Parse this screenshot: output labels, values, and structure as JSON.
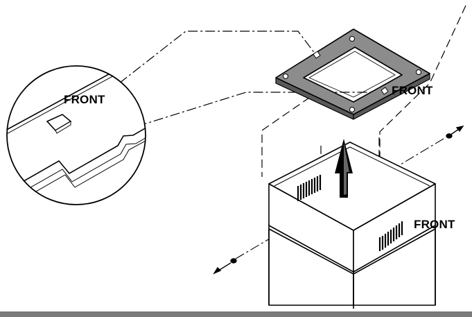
{
  "labels": {
    "inset_front": "FRONT",
    "bracket_front": "FRONT",
    "box_front": "FRONT"
  },
  "colors": {
    "line": "#000000",
    "bracket_fill": "#8a8a8a",
    "bottom_bar": "#7a7a7a"
  }
}
